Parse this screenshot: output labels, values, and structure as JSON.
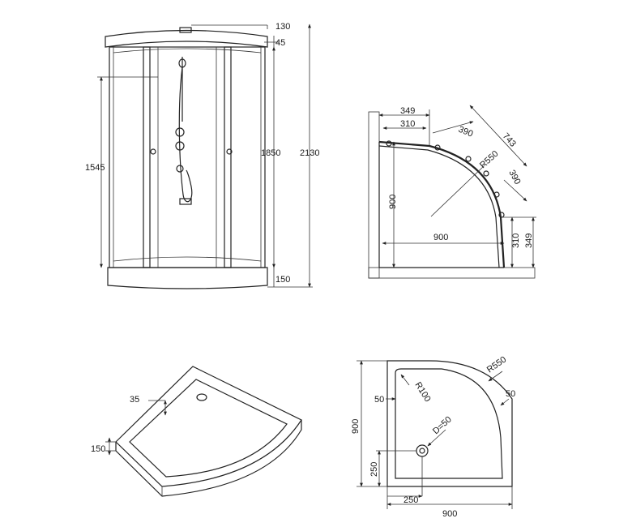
{
  "front_view": {
    "dims": {
      "top_cap": "130",
      "gap": "45",
      "panel_height": "1850",
      "total_height": "2130",
      "handle_height": "1545",
      "tray_height": "150"
    }
  },
  "plan_view": {
    "dims": {
      "wall_left": "349",
      "wall_left_inner": "310",
      "arc_a": "390",
      "arc_b": "743",
      "radius": "R550",
      "arc_c": "390",
      "side_left": "900",
      "base_width": "900",
      "side_right_inner": "310",
      "side_right": "349"
    }
  },
  "tray_perspective": {
    "dims": {
      "rim": "35",
      "height": "150"
    }
  },
  "tray_plan": {
    "dims": {
      "radius_outer": "R550",
      "rim_top": "50",
      "rim_left": "50",
      "radius_inner": "R100",
      "drain": "D=50",
      "drain_y": "250",
      "drain_x": "250",
      "depth": "900",
      "width": "900"
    }
  }
}
